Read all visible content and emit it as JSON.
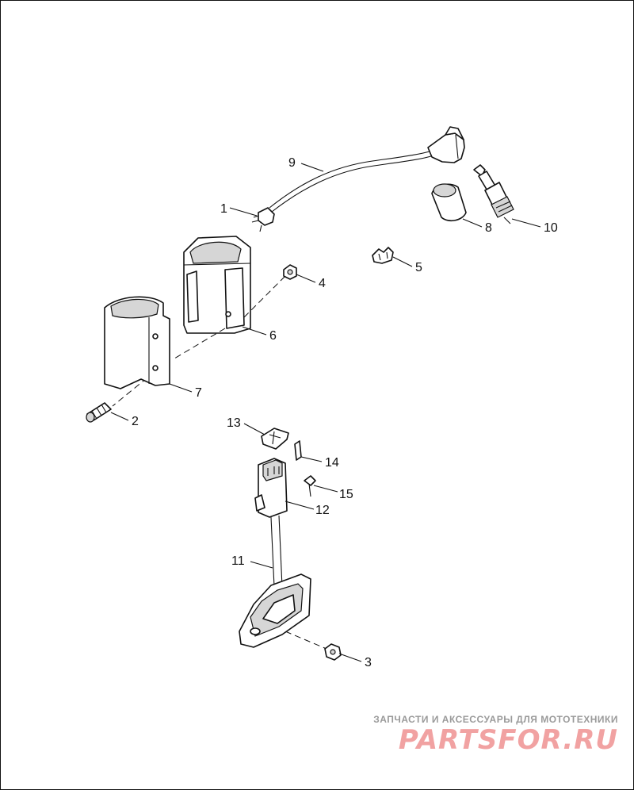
{
  "callouts": [
    {
      "id": "1",
      "label": "1"
    },
    {
      "id": "2",
      "label": "2"
    },
    {
      "id": "3",
      "label": "3"
    },
    {
      "id": "4",
      "label": "4"
    },
    {
      "id": "5",
      "label": "5"
    },
    {
      "id": "6",
      "label": "6"
    },
    {
      "id": "7",
      "label": "7"
    },
    {
      "id": "8",
      "label": "8"
    },
    {
      "id": "9",
      "label": "9"
    },
    {
      "id": "10",
      "label": "10"
    },
    {
      "id": "11",
      "label": "11"
    },
    {
      "id": "12",
      "label": "12"
    },
    {
      "id": "13",
      "label": "13"
    },
    {
      "id": "14",
      "label": "14"
    },
    {
      "id": "15",
      "label": "15"
    }
  ],
  "watermark": {
    "tagline": "ЗАПЧАСТИ И АКСЕССУАРЫ ДЛЯ МОТОТЕХНИКИ",
    "brand": "PARTSFOR.RU"
  },
  "colors": {
    "line": "#111111",
    "shade": "#d6d6d6",
    "watermark_text": "#9a9a9a",
    "watermark_brand": "#f1a2a2"
  }
}
